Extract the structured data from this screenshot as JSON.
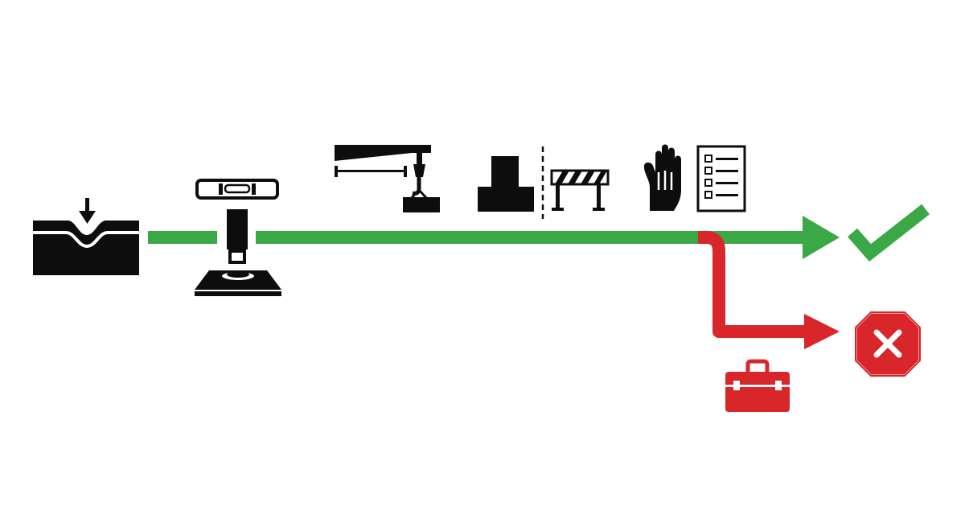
{
  "colors": {
    "background": "#ffffff",
    "icon": "#0d0d0d",
    "success_green": "#3aa845",
    "failure_red": "#d9262a",
    "mark_white": "#ffffff"
  },
  "flow": {
    "steps": [
      {
        "icon": "ground-settlement-icon"
      },
      {
        "icon": "leveling-jack-pad-icon"
      },
      {
        "icon": "crane-boom-reach-icon"
      },
      {
        "icon": "outrigger-block-icon"
      },
      {
        "icon": "boundary-divider-icon"
      },
      {
        "icon": "safety-barrier-icon"
      },
      {
        "icon": "stop-hand-icon"
      },
      {
        "icon": "checklist-icon"
      }
    ],
    "main_path": {
      "color": "success_green",
      "outcome_icon": "checkmark-icon",
      "outcome": "pass"
    },
    "branch_path": {
      "color": "failure_red",
      "outcome_icon": "reject-octagon-icon",
      "outcome": "fail",
      "branch_icon": "toolbox-icon"
    }
  }
}
